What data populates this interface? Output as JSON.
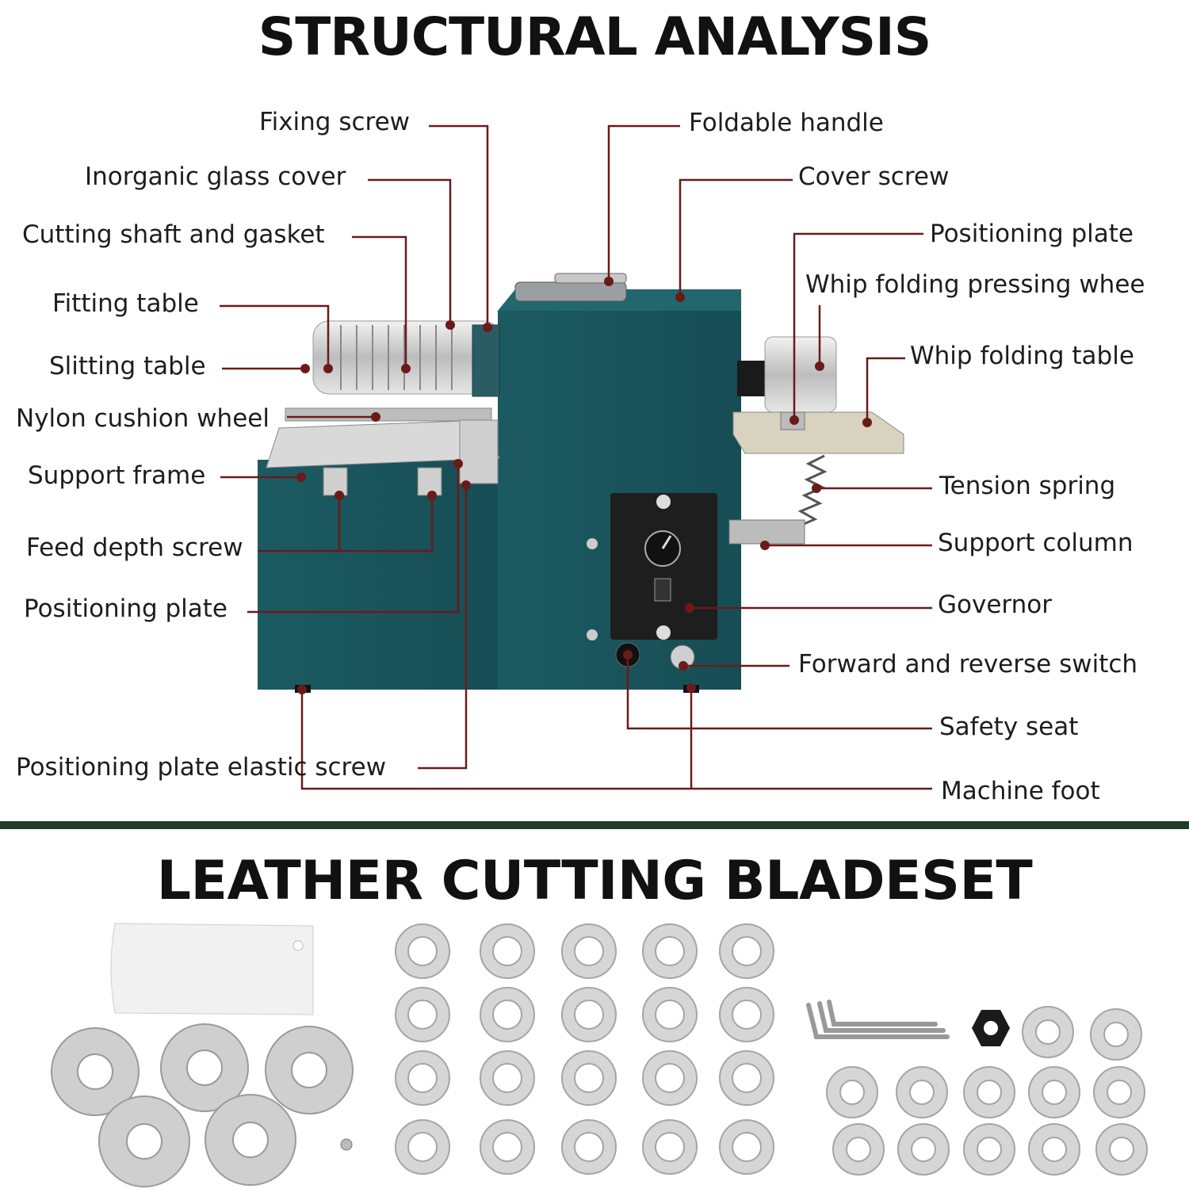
{
  "titles": {
    "top": "STRUCTURAL ANALYSIS",
    "bottom": "LEATHER CUTTING BLADESET"
  },
  "labels_left": [
    "Fixing screw",
    "Inorganic glass cover",
    "Cutting shaft and gasket",
    "Fitting table",
    "Slitting table",
    "Nylon cushion wheel",
    "Support frame",
    "Feed depth screw",
    "Positioning plate",
    "Positioning plate elastic screw"
  ],
  "labels_right": [
    "Foldable handle",
    "Cover screw",
    "Positioning plate",
    "Whip folding pressing whee",
    "Whip folding table",
    "Tension spring",
    "Support column",
    "Governor",
    "Forward and reverse switch",
    "Safety seat",
    "Machine foot"
  ],
  "colors": {
    "leader_line": "#6b1a1a",
    "machine_body": "#1f5c63",
    "divider": "#1f3d26"
  }
}
